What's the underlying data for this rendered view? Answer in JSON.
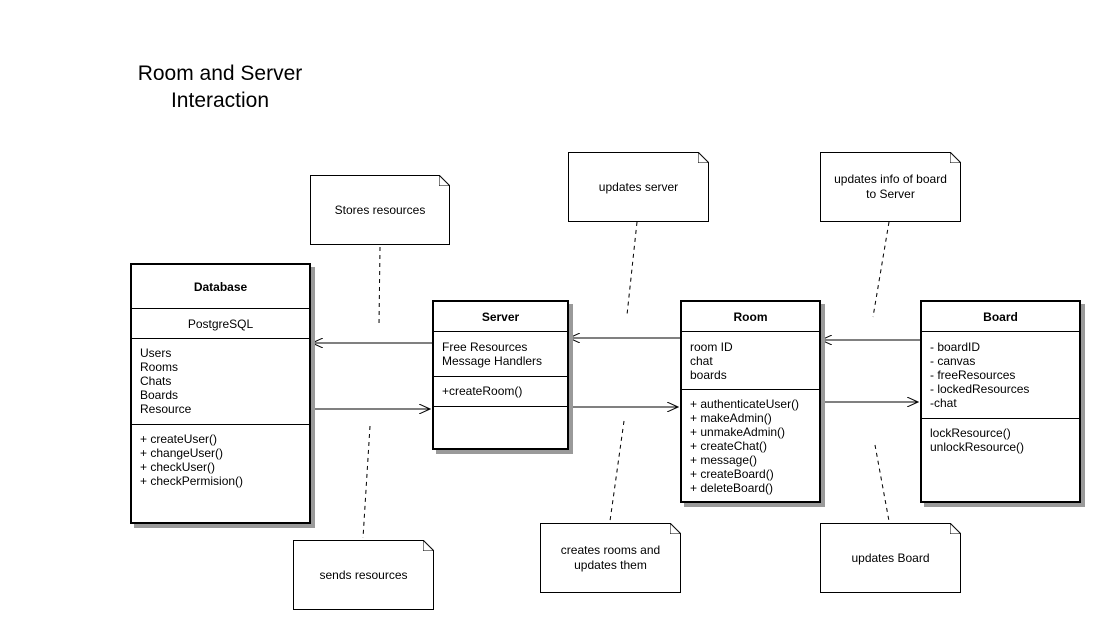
{
  "title": [
    "Room and Server",
    "Interaction"
  ],
  "classes": {
    "database": {
      "name": "Database",
      "stereotype": [
        "PostgreSQL"
      ],
      "attributes": [
        "Users",
        "Rooms",
        "Chats",
        "Boards",
        "Resource"
      ],
      "methods": [
        "+ createUser()",
        "+ changeUser()",
        "+ checkUser()",
        "+ checkPermision()"
      ]
    },
    "server": {
      "name": "Server",
      "attributes": [
        "Free Resources",
        "Message Handlers"
      ],
      "methods": [
        "+createRoom()"
      ]
    },
    "room": {
      "name": "Room",
      "attributes": [
        "room ID",
        "chat",
        "boards"
      ],
      "methods": [
        "+ authenticateUser()",
        "+ makeAdmin()",
        "+ unmakeAdmin()",
        "+ createChat()",
        "+ message()",
        "+ createBoard()",
        "+ deleteBoard()"
      ]
    },
    "board": {
      "name": "Board",
      "attributes": [
        "- boardID",
        "- canvas",
        "- freeResources",
        "- lockedResources",
        "-chat"
      ],
      "methods": [
        "lockResource()",
        "unlockResource()"
      ]
    }
  },
  "notes": {
    "stores": [
      "Stores resources"
    ],
    "sends": [
      "sends resources"
    ],
    "updates_server": [
      "updates server"
    ],
    "creates_rooms": [
      "creates rooms and",
      "updates them"
    ],
    "updates_info": [
      "updates info of board",
      "to Server"
    ],
    "updates_board": [
      "updates Board"
    ]
  }
}
